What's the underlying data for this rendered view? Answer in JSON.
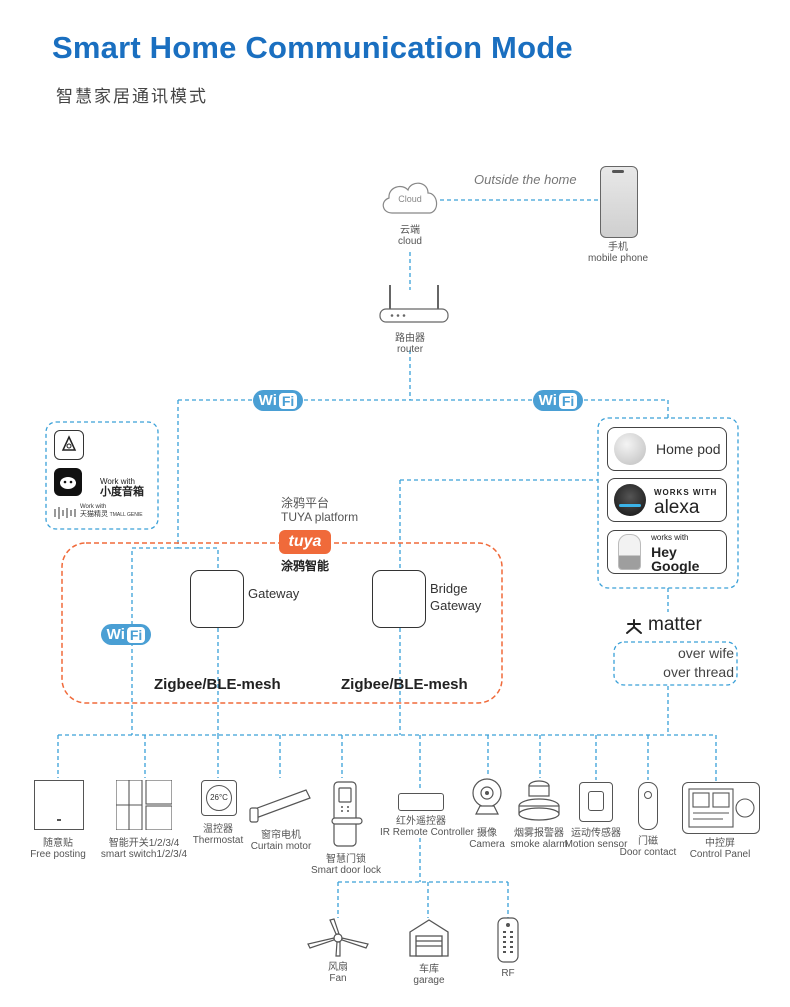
{
  "header": {
    "title": "Smart Home Communication Mode",
    "subtitle": "智慧家居通讯模式"
  },
  "cloud_section": {
    "cloud_icon_text": "Cloud",
    "cloud_label_cn": "云端",
    "cloud_label_en": "cloud",
    "outside_text": "Outside the home",
    "phone_label_cn": "手机",
    "phone_label_en": "mobile phone"
  },
  "router": {
    "label_cn": "路由器",
    "label_en": "router"
  },
  "wifi_badge": {
    "wi": "Wi",
    "fi": "Fi"
  },
  "ecosystems": {
    "baidu_line1": "Work with",
    "baidu_line2": "小度音箱",
    "tmall_line1": "Work with",
    "tmall_line2": "天猫精灵",
    "tmall_line3": "TMALL GENIE"
  },
  "tuya": {
    "platform_cn": "涂鸦平台",
    "platform_en": "TUYA platform",
    "logo_text": "tuya",
    "logo_cn": "涂鸦智能"
  },
  "hubs": {
    "gateway_label": "Gateway",
    "bridge_line1": "Bridge",
    "bridge_line2": "Gateway",
    "protocol_left": "Zigbee/BLE-mesh",
    "protocol_right": "Zigbee/BLE-mesh"
  },
  "assistants": {
    "homepod": "Home pod",
    "alexa_top": "WORKS WITH",
    "alexa_main": "alexa",
    "google_top": "works with",
    "google_main": "Hey Google"
  },
  "matter": {
    "label": "matter",
    "line1": "over wife",
    "line2": "over thread"
  },
  "devices": [
    {
      "cn": "随意贴",
      "en": "Free posting"
    },
    {
      "cn": "智能开关1/2/3/4",
      "en": "smart switch1/2/3/4"
    },
    {
      "cn": "温控器",
      "en": "Thermostat"
    },
    {
      "cn": "窗帘电机",
      "en": "Curtain motor"
    },
    {
      "cn": "智慧门锁",
      "en": "Smart door lock"
    },
    {
      "cn": "红外遥控器",
      "en": "IR Remote Controller"
    },
    {
      "cn": "摄像",
      "en": "Camera"
    },
    {
      "cn": "烟雾报警器",
      "en": "smoke alarm"
    },
    {
      "cn": "运动传感器",
      "en": "Motion sensor"
    },
    {
      "cn": "门磁",
      "en": "Door contact"
    },
    {
      "cn": "中控屏",
      "en": "Control Panel"
    }
  ],
  "thermostat_display": "26°C",
  "ir_devices": [
    {
      "cn": "风扇",
      "en": "Fan"
    },
    {
      "cn": "车库",
      "en": "garage"
    },
    {
      "cn": "",
      "en": "RF"
    }
  ],
  "colors": {
    "title": "#1a6fc0",
    "wire_blue": "#3aa0d8",
    "tuya_orange": "#f06a3a",
    "wifi_badge": "#4a9fd4"
  }
}
